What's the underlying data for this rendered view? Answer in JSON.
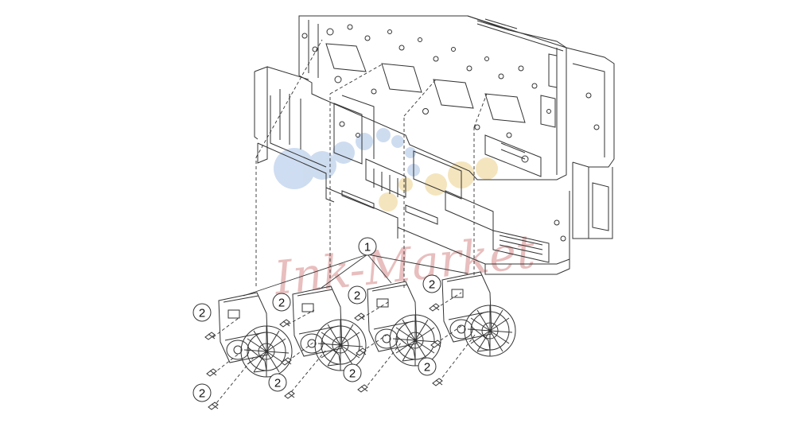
{
  "diagram": {
    "watermark": "Ink-Market",
    "callouts": [
      {
        "id": "motor-gear-assembly",
        "label": "1"
      },
      {
        "id": "screw-1",
        "label": "2"
      },
      {
        "id": "screw-2",
        "label": "2"
      },
      {
        "id": "screw-3",
        "label": "2"
      },
      {
        "id": "screw-4",
        "label": "2"
      },
      {
        "id": "screw-5",
        "label": "2"
      },
      {
        "id": "screw-6",
        "label": "2"
      },
      {
        "id": "screw-7",
        "label": "2"
      },
      {
        "id": "screw-8",
        "label": "2"
      }
    ],
    "colors": {
      "line": "#333333",
      "watermark_red": "#e6b8b8",
      "watermark_blue": "#c9d9ef",
      "watermark_yellow": "#f3e3b8"
    }
  }
}
